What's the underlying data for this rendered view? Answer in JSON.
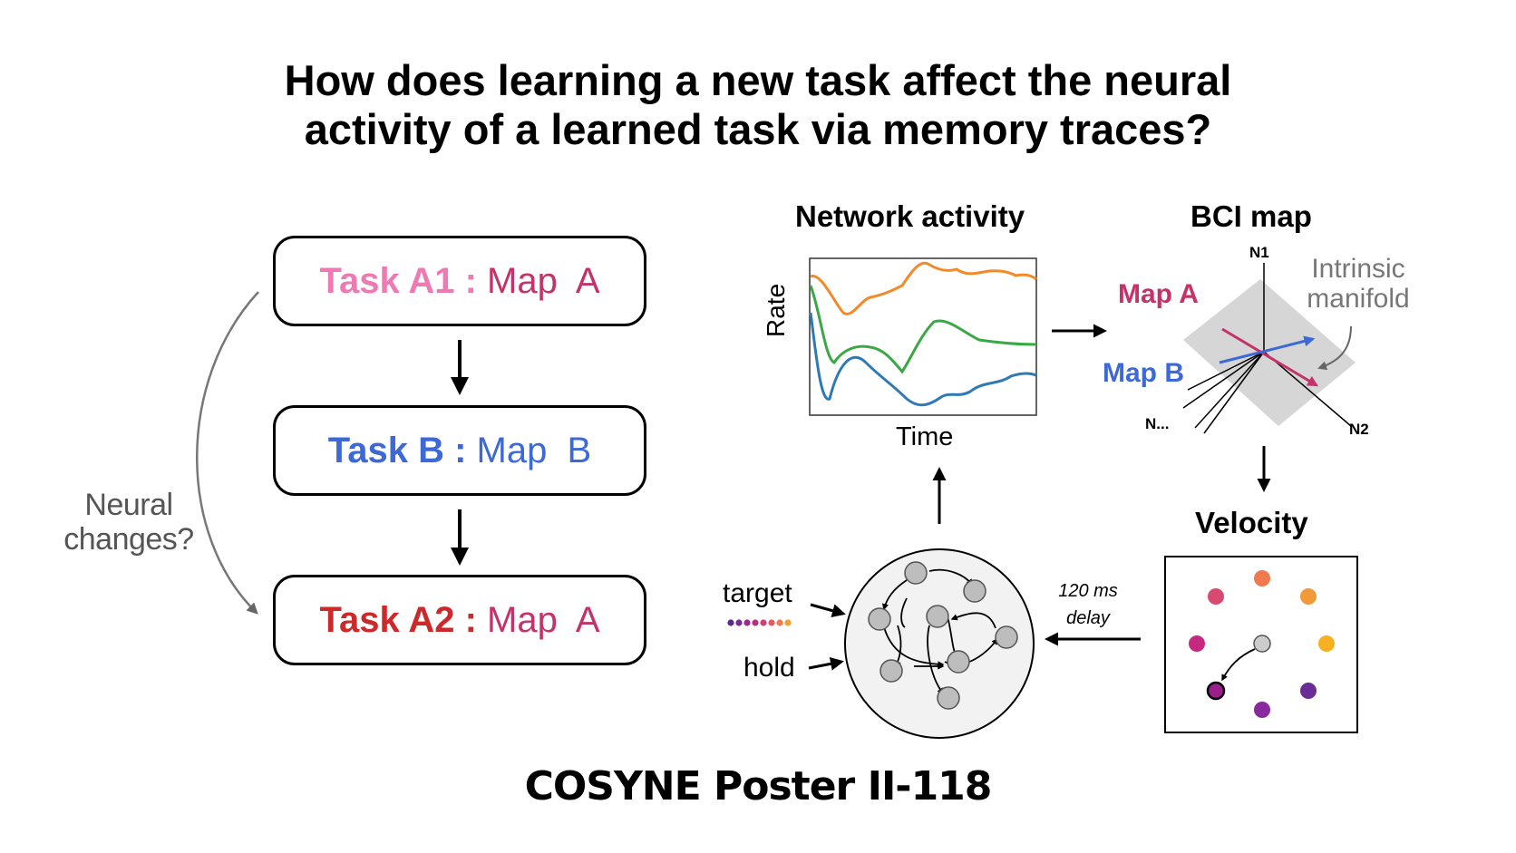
{
  "title": {
    "line1": "How does learning a new task affect the neural",
    "line2": "activity of a learned task via memory traces?"
  },
  "tasks": [
    {
      "name": "Task A1",
      "sep": " : ",
      "map": "Map  A",
      "name_color": "#ee7ab4",
      "map_color": "#c4326a"
    },
    {
      "name": "Task B",
      "sep": " : ",
      "map": "Map  B",
      "name_color": "#3d68d8",
      "map_color": "#3d68d8"
    },
    {
      "name": "Task A2",
      "sep": " : ",
      "map": "Map  A",
      "name_color": "#cc2a2a",
      "map_color": "#c4326a"
    }
  ],
  "side_note": {
    "line1": "Neural",
    "line2": "changes?"
  },
  "network_activity": {
    "heading": "Network activity",
    "ylabel": "Rate",
    "xlabel": "Time"
  },
  "bci_map": {
    "heading": "BCI map",
    "axis_n1": "N1",
    "axis_n2": "N2",
    "axis_n": "N...",
    "map_a": "Map A",
    "map_b": "Map B",
    "manifold_line1": "Intrinsic",
    "manifold_line2": "manifold",
    "map_a_color": "#c4326a",
    "map_b_color": "#3d68d8"
  },
  "velocity": {
    "heading": "Velocity"
  },
  "delay": {
    "line1": "120 ms",
    "line2": "delay"
  },
  "inputs": {
    "target": "target",
    "hold": "hold"
  },
  "footer": "COSYNE Poster II-118"
}
